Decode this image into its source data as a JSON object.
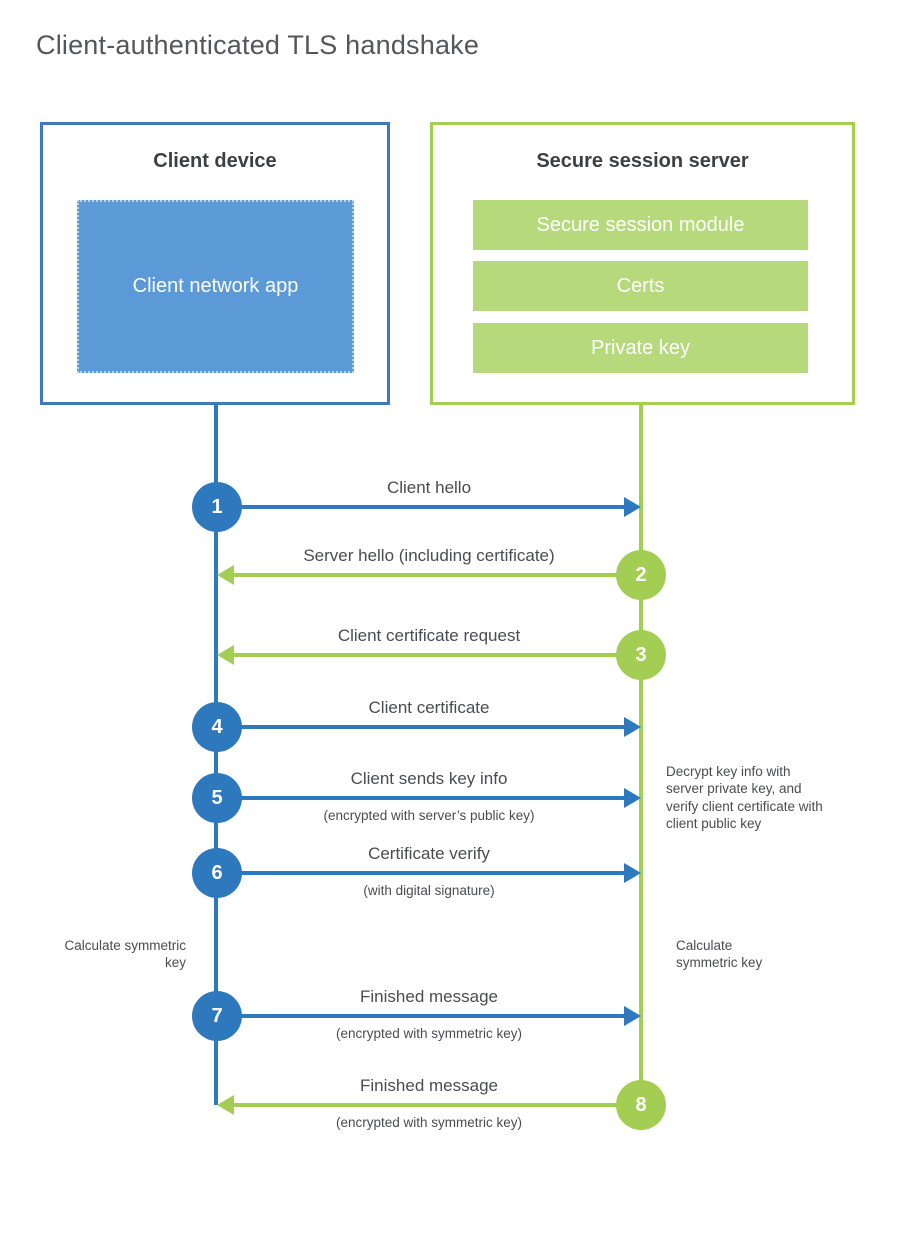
{
  "title": "Client-authenticated TLS handshake",
  "colors": {
    "client_blue_border": "#3a7abd",
    "client_blue": "#2e78be",
    "client_fill_blue": "#5b9ad6",
    "server_green": "#a3ce53",
    "server_fill_green": "#b5d97b",
    "heading_text": "#3e3f41",
    "body_text": "#4b4c4e"
  },
  "client": {
    "title": "Client device",
    "app_label": "Client network app"
  },
  "server": {
    "title": "Secure session server",
    "modules": [
      "Secure session module",
      "Certs",
      "Private key"
    ]
  },
  "steps": [
    {
      "num": "1",
      "from": "client",
      "direction": "right",
      "label": "Client hello",
      "sublabel": ""
    },
    {
      "num": "2",
      "from": "server",
      "direction": "left",
      "label": "Server hello (including certificate)",
      "sublabel": ""
    },
    {
      "num": "3",
      "from": "server",
      "direction": "left",
      "label": "Client certificate request",
      "sublabel": ""
    },
    {
      "num": "4",
      "from": "client",
      "direction": "right",
      "label": "Client certificate",
      "sublabel": ""
    },
    {
      "num": "5",
      "from": "client",
      "direction": "right",
      "label": "Client sends key info",
      "sublabel": "(encrypted with server’s public key)"
    },
    {
      "num": "6",
      "from": "client",
      "direction": "right",
      "label": "Certificate verify",
      "sublabel": "(with digital signature)"
    },
    {
      "num": "7",
      "from": "client",
      "direction": "right",
      "label": "Finished message",
      "sublabel": "(encrypted with symmetric key)"
    },
    {
      "num": "8",
      "from": "server",
      "direction": "left",
      "label": "Finished message",
      "sublabel": "(encrypted with symmetric key)"
    }
  ],
  "notes": {
    "server_decrypt": "Decrypt key info with server private key, and verify client certificate with client public key",
    "client_calculate": "Calculate symmetric key",
    "server_calculate": "Calculate symmetric key"
  }
}
